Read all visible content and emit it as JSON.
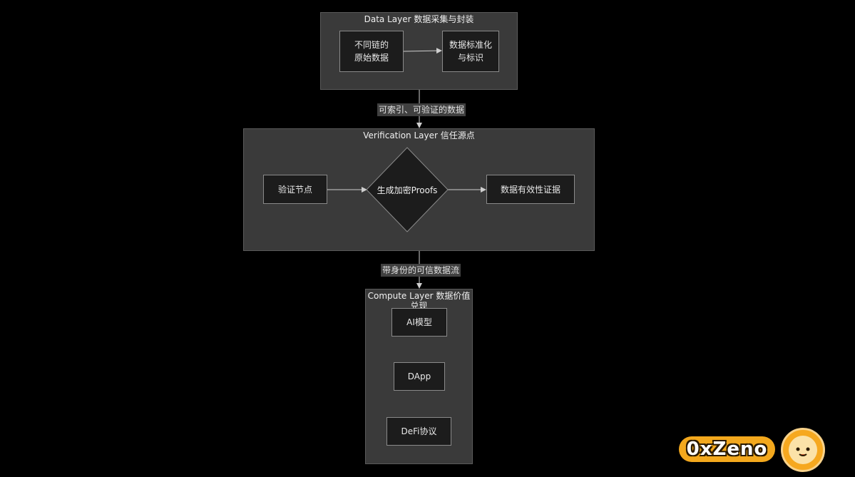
{
  "layers": {
    "data": {
      "title": "Data Layer 数据采集与封装",
      "nodes": [
        "不同链的\n原始数据",
        "数据标准化\n与标识"
      ]
    },
    "verification": {
      "title": "Verification Layer 信任源点",
      "nodes": [
        "验证节点",
        "生成加密Proofs",
        "数据有效性证据"
      ]
    },
    "compute": {
      "title": "Compute Layer 数据价值兑现",
      "nodes": [
        "AI模型",
        "DApp",
        "DeFi协议"
      ]
    }
  },
  "edges": {
    "data_to_verification": "可索引、可验证的数据",
    "verification_to_compute": "带身份的可信数据流"
  },
  "watermark": {
    "brand": "0xZeno"
  },
  "colors": {
    "background": "#000000",
    "layer_fill": "#3a3a3a",
    "node_fill": "#1c1c1c",
    "brand": "#f3a81d"
  }
}
